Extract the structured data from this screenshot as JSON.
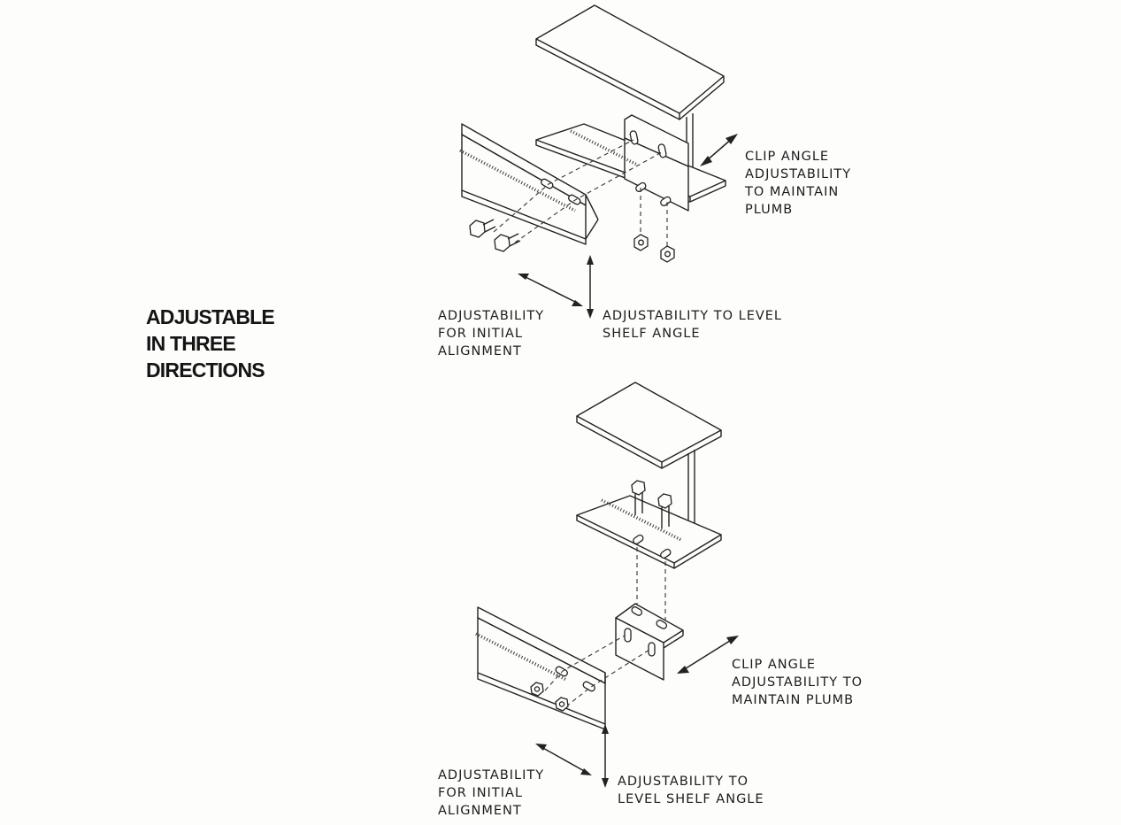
{
  "title": {
    "lines": [
      "ADJUSTABLE",
      "IN THREE",
      "DIRECTIONS"
    ]
  },
  "top_detail": {
    "clip_angle_label": [
      "CLIP ANGLE",
      "ADJUSTABILITY",
      "TO MAINTAIN",
      "PLUMB"
    ],
    "alignment_label": [
      "ADJUSTABILITY",
      "FOR INITIAL",
      "ALIGNMENT"
    ],
    "level_label": [
      "ADJUSTABILITY TO LEVEL",
      "SHELF ANGLE"
    ]
  },
  "bottom_detail": {
    "clip_angle_label": [
      "CLIP ANGLE",
      "ADJUSTABILITY TO",
      "MAINTAIN PLUMB"
    ],
    "alignment_label": [
      "ADJUSTABILITY",
      "FOR INITIAL",
      "ALIGNMENT"
    ],
    "level_label": [
      "ADJUSTABILITY TO",
      "LEVEL SHELF ANGLE"
    ]
  }
}
